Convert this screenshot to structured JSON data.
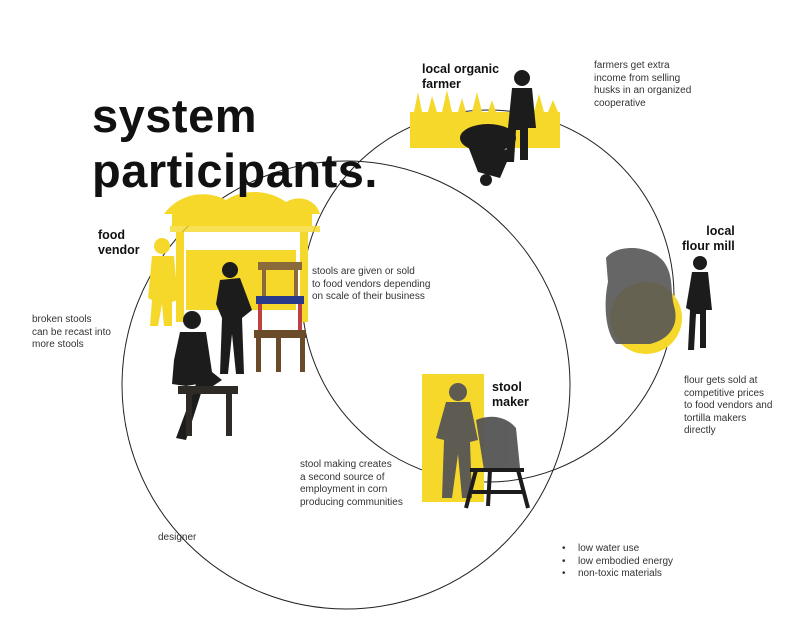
{
  "title": {
    "line1": "system",
    "line2": "participants."
  },
  "participants": {
    "farmer": {
      "line1": "local organic",
      "line2": "farmer"
    },
    "mill": {
      "line1": "local",
      "line2": "flour mill"
    },
    "stool_maker": {
      "line1": "stool",
      "line2": "maker"
    },
    "vendor": {
      "line1": "food",
      "line2": "vendor"
    }
  },
  "notes": {
    "farmers_income": [
      "farmers get extra",
      "income from selling",
      "husks in an organized",
      "cooperative"
    ],
    "flour_sold": [
      "flour gets sold at",
      "competitive prices",
      "to food vendors and",
      "tortilla makers",
      "directly"
    ],
    "stool_employment": [
      "stool making creates",
      "a second source of",
      "employment in corn",
      "producing communities"
    ],
    "stools_given": [
      "stools are given or sold",
      "to food vendors depending",
      "on scale of their business"
    ],
    "broken_stools": [
      "broken stools",
      "can be recast into",
      "more stools"
    ],
    "designer": "designer",
    "benefits": [
      "low water use",
      "low embodied energy",
      "non-toxic materials"
    ]
  },
  "colors": {
    "accent_yellow": "#f6d82b",
    "silhouette": "#1c1c1c",
    "translucent_gray": "#555555",
    "circle_stroke": "#222222"
  },
  "icons": {
    "farmer": "farmer-wheelbarrow-icon",
    "mill": "flour-mill-worker-icon",
    "stool_maker": "stool-maker-icon",
    "vendor": "food-vendor-stall-icon",
    "seated": "seated-person-icon"
  }
}
